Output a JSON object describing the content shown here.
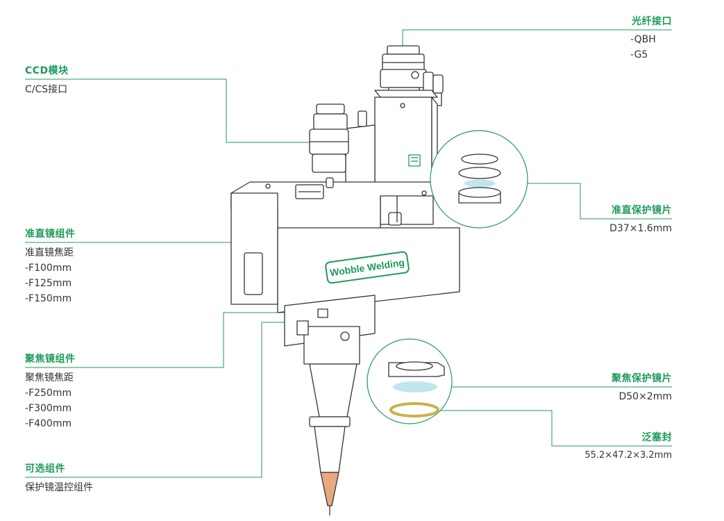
{
  "labels": {
    "fiber": {
      "title": "光纤接口",
      "lines": [
        "-QBH",
        "-G5"
      ]
    },
    "ccd": {
      "title": "CCD模块",
      "lines": [
        "C/CS接口"
      ]
    },
    "collimator_protect": {
      "title": "准直保护镜片",
      "lines": [
        "D37×1.6mm"
      ]
    },
    "collimator": {
      "title": "准直镜组件",
      "lines": [
        "准直镜焦距",
        "-F100mm",
        "-F125mm",
        "-F150mm"
      ]
    },
    "focus": {
      "title": "聚焦镜组件",
      "lines": [
        "聚焦镜焦距",
        "-F250mm",
        "-F300mm",
        "-F400mm"
      ]
    },
    "focus_protect": {
      "title": "聚焦保护镜片",
      "lines": [
        "D50×2mm"
      ]
    },
    "seal": {
      "title": "泛塞封",
      "lines": [
        "55.2×47.2×3.2mm"
      ]
    },
    "optional": {
      "title": "可选组件",
      "lines": [
        "保护镜温控组件"
      ]
    }
  },
  "product_badge": "Wobble Welding",
  "colors": {
    "accent": "#1e9b5a",
    "body": "#ffffff",
    "outline": "#333333",
    "nozzle": "#e8a880",
    "seal": "#c9b24a",
    "glass": "#bfe6ec"
  }
}
